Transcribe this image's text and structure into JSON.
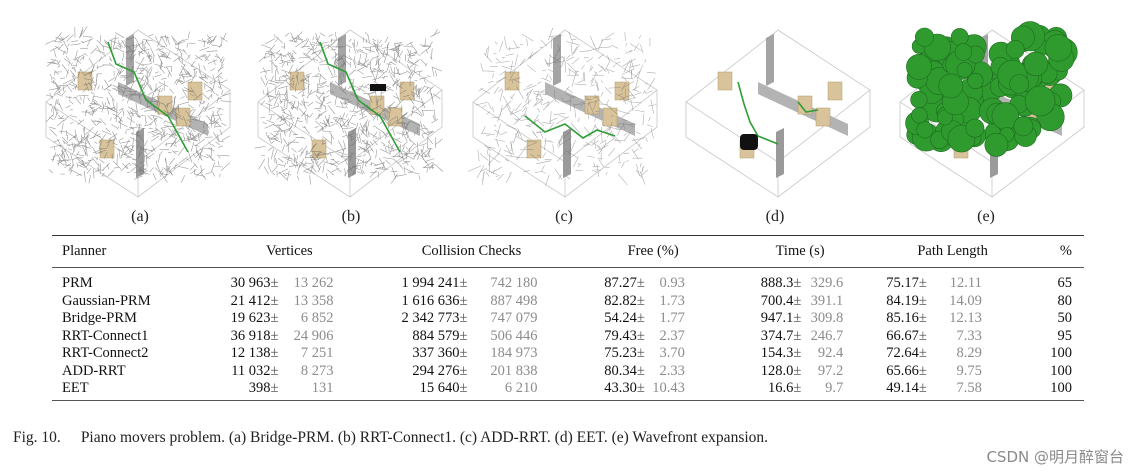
{
  "panels": [
    {
      "label": "(a)",
      "style": "dense-gray-tree-green-path"
    },
    {
      "label": "(b)",
      "style": "dense-gray-tree-green-path-piano"
    },
    {
      "label": "(c)",
      "style": "sparse-gray-tree-green-path"
    },
    {
      "label": "(d)",
      "style": "path-only-piano"
    },
    {
      "label": "(e)",
      "style": "wavefront-green-spheres"
    }
  ],
  "table": {
    "headers": {
      "planner": "Planner",
      "vertices": "Vertices",
      "collision": "Collision Checks",
      "free": "Free (%)",
      "time": "Time (s)",
      "path": "Path Length",
      "pct": "%"
    },
    "rows": [
      {
        "planner": "PRM",
        "vert_mean": "30 963",
        "vert_sd": "13 262",
        "cc_mean": "1 994 241",
        "cc_sd": "742 180",
        "free_mean": "87.27",
        "free_sd": "0.93",
        "time_mean": "888.3",
        "time_sd": "329.6",
        "path_mean": "75.17",
        "path_sd": "12.11",
        "pct": "65"
      },
      {
        "planner": "Gaussian-PRM",
        "vert_mean": "21 412",
        "vert_sd": "13 358",
        "cc_mean": "1 616 636",
        "cc_sd": "887 498",
        "free_mean": "82.82",
        "free_sd": "1.73",
        "time_mean": "700.4",
        "time_sd": "391.1",
        "path_mean": "84.19",
        "path_sd": "14.09",
        "pct": "80"
      },
      {
        "planner": "Bridge-PRM",
        "vert_mean": "19 623",
        "vert_sd": "6 852",
        "cc_mean": "2 342 773",
        "cc_sd": "747 079",
        "free_mean": "54.24",
        "free_sd": "1.77",
        "time_mean": "947.1",
        "time_sd": "309.8",
        "path_mean": "85.16",
        "path_sd": "12.13",
        "pct": "50"
      },
      {
        "planner": "RRT-Connect1",
        "vert_mean": "36 918",
        "vert_sd": "24 906",
        "cc_mean": "884 579",
        "cc_sd": "506 446",
        "free_mean": "79.43",
        "free_sd": "2.37",
        "time_mean": "374.7",
        "time_sd": "246.7",
        "path_mean": "66.67",
        "path_sd": "7.33",
        "pct": "95"
      },
      {
        "planner": "RRT-Connect2",
        "vert_mean": "12 138",
        "vert_sd": "7 251",
        "cc_mean": "337 360",
        "cc_sd": "184 973",
        "free_mean": "75.23",
        "free_sd": "3.70",
        "time_mean": "154.3",
        "time_sd": "92.4",
        "path_mean": "72.64",
        "path_sd": "8.29",
        "pct": "100"
      },
      {
        "planner": "ADD-RRT",
        "vert_mean": "11 032",
        "vert_sd": "8 273",
        "cc_mean": "294 276",
        "cc_sd": "201 838",
        "free_mean": "80.34",
        "free_sd": "2.33",
        "time_mean": "128.0",
        "time_sd": "97.2",
        "path_mean": "65.66",
        "path_sd": "9.75",
        "pct": "100"
      },
      {
        "planner": "EET",
        "vert_mean": "398",
        "vert_sd": "131",
        "cc_mean": "15 640",
        "cc_sd": "6 210",
        "free_mean": "43.30",
        "free_sd": "10.43",
        "time_mean": "16.6",
        "time_sd": "9.7",
        "path_mean": "49.14",
        "path_sd": "7.58",
        "pct": "100"
      }
    ]
  },
  "caption": {
    "fig_num": "Fig. 10.",
    "text": "Piano movers problem. (a) Bridge-PRM. (b) RRT-Connect1. (c) ADD-RRT. (d) EET. (e) Wavefront expansion."
  },
  "watermark": "CSDN @明月醉窗台",
  "colors": {
    "tree": "#6e6e6e",
    "path": "#2e9e35",
    "sphere": "#2f9b2f",
    "wall": "#9a9a9a",
    "furniture": "#d8c39a"
  }
}
